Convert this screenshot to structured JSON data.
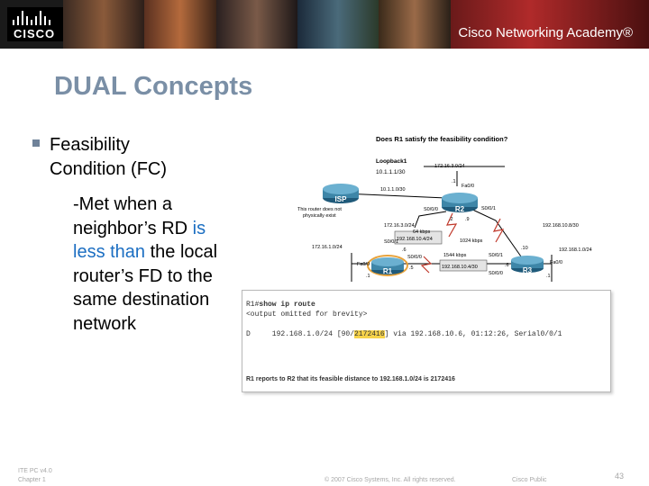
{
  "brand": {
    "logo_text": "CISCO",
    "academy_text": "Cisco Networking Academy®"
  },
  "title": "DUAL Concepts",
  "bullet": {
    "line1": "Feasibility",
    "line2": "Condition (FC)"
  },
  "subtext": {
    "part1": "-Met when a neighbor’s RD ",
    "highlight": "is less than",
    "part2": " the local router’s FD to the same destination network"
  },
  "diagram": {
    "question": "Does R1 satisfy the feasibility condition?",
    "routers": {
      "isp": "ISP",
      "r1": "R1",
      "r2": "R2",
      "r3": "R3"
    },
    "loopback_title": "Loopback1",
    "loopback_addr": "10.1.1.1/30",
    "isp_note_1": "This router does not",
    "isp_note_2": "physically exist",
    "labels": {
      "isp_link": "10.1.1.0/30",
      "net_r2_top": "172.16.3.0/24",
      "r2_fa": "Fa0/0",
      "r2_s000": "S0/0/0",
      "r2_s001": "S0/0/1",
      "r2_dot1": ".1",
      "r2_dot2": ".2",
      "r2_dot9": ".9",
      "net_r1_r2": "172.16.3.0/24",
      "net_r1_r2_b": "192.168.10.4/24",
      "kbps_64": "64 kbps",
      "kbps_1024": "1024 kbps",
      "kbps_1544": "1544 kbps",
      "net_r2_r3": "192.168.10.8/30",
      "net_r1_lan": "172.16.1.0/24",
      "r1_fa": "Fa0/0",
      "r1_s001": "S0/0/1",
      "r1_s000": "S0/0/0",
      "r1_dot1": ".1",
      "r1_dot5": ".5",
      "r1_dot6": ".6",
      "net_r1_r3": "192.168.10.4/30",
      "r3_s001": "S0/0/1",
      "r3_s000": "S0/0/0",
      "r3_fa": "Fa0/0",
      "r3_dot10": ".10",
      "r3_dot6": ".6",
      "r3_dot1": ".1",
      "net_r3_lan": "192.168.1.0/24"
    }
  },
  "console": {
    "prompt": "R1#",
    "command": "show ip route",
    "omitted": "<output omitted for brevity>",
    "route_prefix": "D     192.168.1.0/24 [90/",
    "route_metric": "2172416",
    "route_suffix": "] via 192.168.10.6, 01:12:26, Serial0/0/1",
    "note": "R1 reports to R2 that its feasible distance to 192.168.1.0/24 is 2172416"
  },
  "footer": {
    "course": "ITE PC v4.0",
    "chapter": "Chapter 1",
    "copyright": "© 2007 Cisco Systems, Inc. All rights reserved.",
    "classification": "Cisco Public",
    "page": "43"
  }
}
